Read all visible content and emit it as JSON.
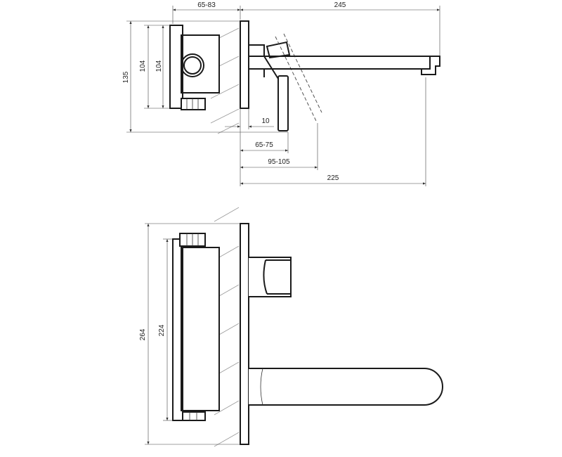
{
  "top_view": {
    "dims": {
      "body_depth": "65-83",
      "spout_length": "245",
      "overall_height": "135",
      "body_height_outer": "104",
      "body_height_inner": "104",
      "plate_thickness": "10",
      "lever_offset": "65-75",
      "lever_reach": "95-105",
      "spout_reach": "225"
    }
  },
  "front_view": {
    "dims": {
      "outer_height": "264",
      "inner_height": "224"
    }
  }
}
